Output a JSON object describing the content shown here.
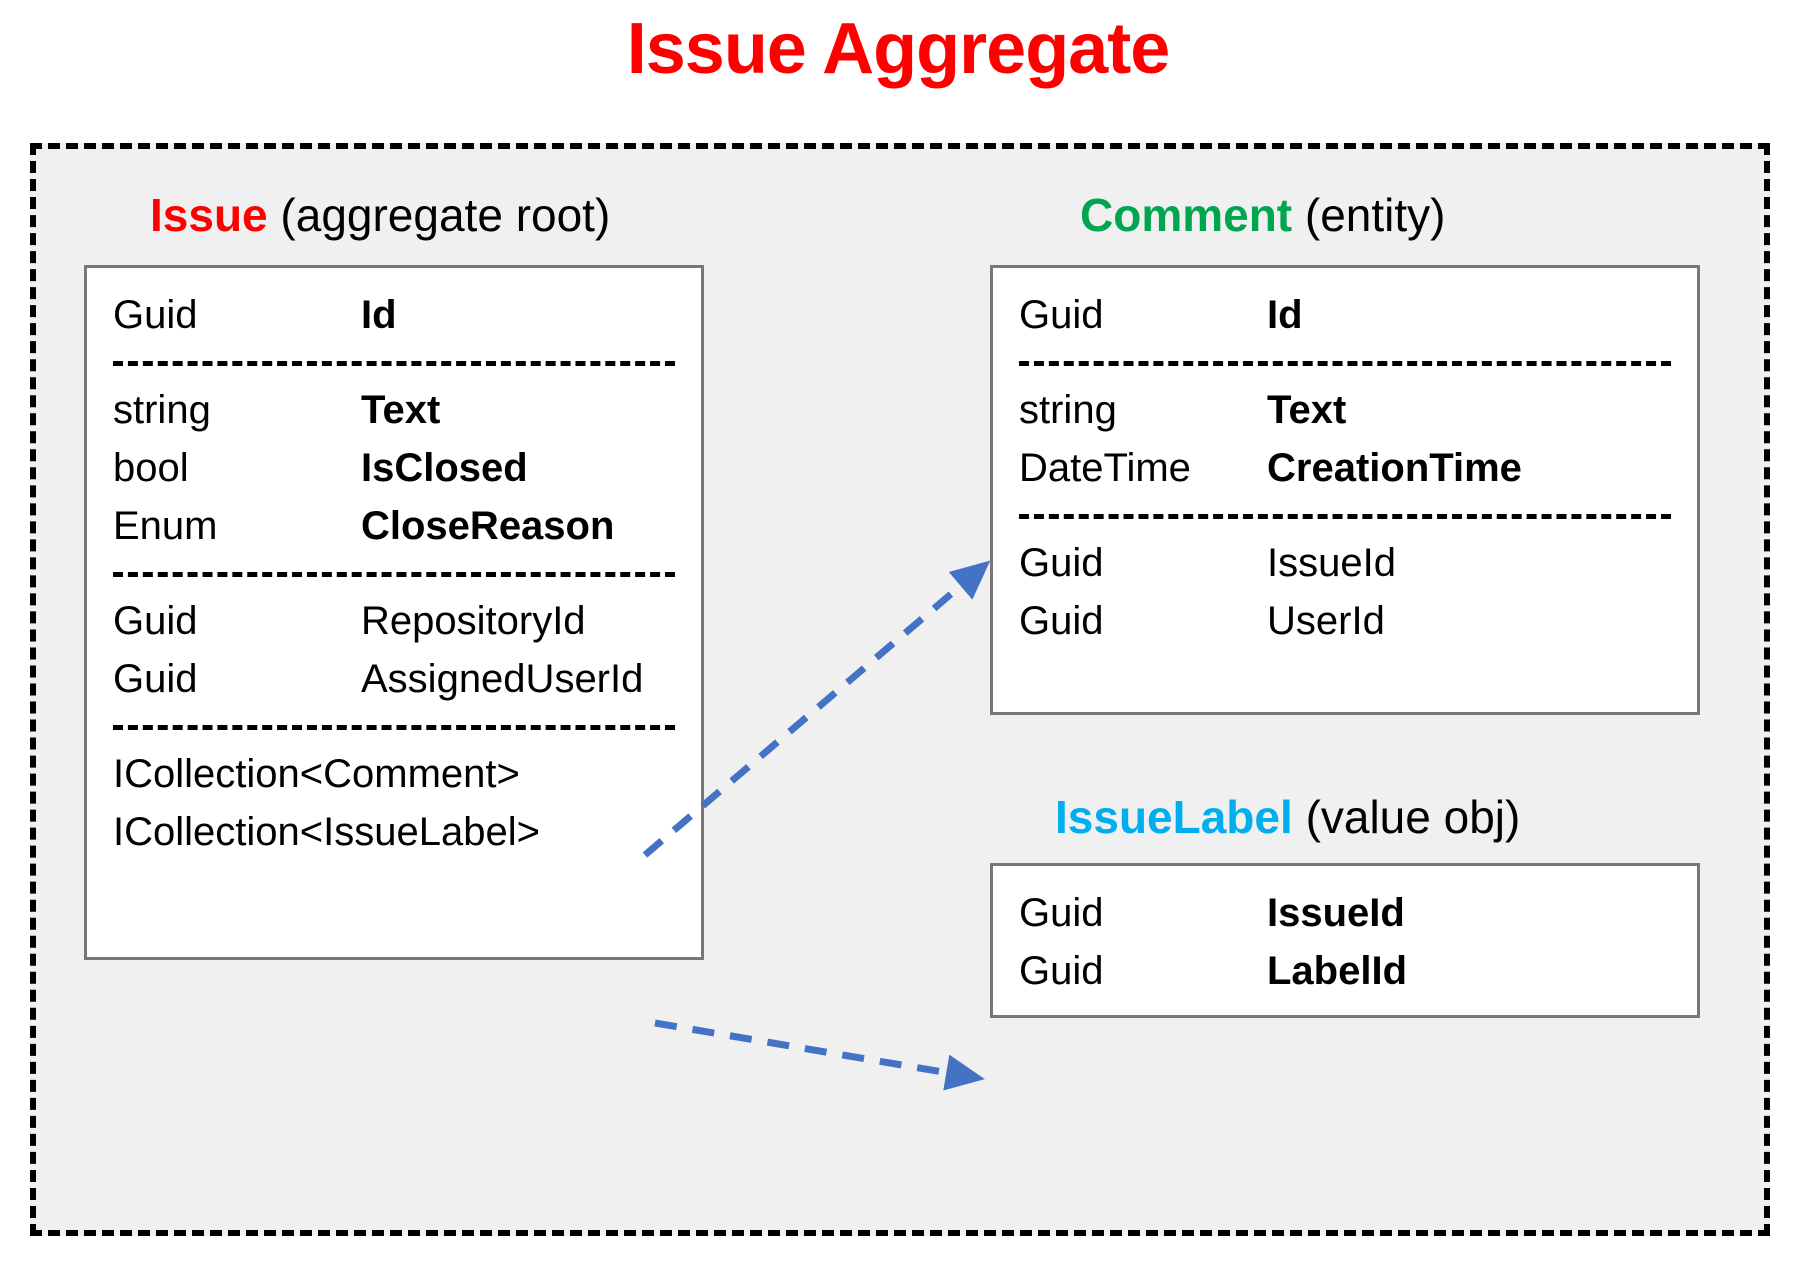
{
  "title": "Issue Aggregate",
  "boundary": {
    "name": "aggregate-boundary",
    "style": "dashed",
    "color": "#000000",
    "fill": "#F0F0F0"
  },
  "colors": {
    "title_red": "#FF0000",
    "issue_red": "#FF0000",
    "comment_green": "#00A64F",
    "issuelabel_cyan": "#00AEEF",
    "box_border_gray": "#7A7676",
    "arrow_blue": "#4472C4",
    "boundary_fill": "#F0F0F0"
  },
  "entities": [
    {
      "id": "issue",
      "name": "Issue",
      "stereotype": "(aggregate root)",
      "name_color": "#FF0000",
      "groups": [
        {
          "rows": [
            {
              "type": "Guid",
              "name": "Id",
              "bold": true
            }
          ]
        },
        {
          "rows": [
            {
              "type": "string",
              "name": "Text",
              "bold": true
            },
            {
              "type": "bool",
              "name": "IsClosed",
              "bold": true
            },
            {
              "type": "Enum",
              "name": "CloseReason",
              "bold": true
            }
          ]
        },
        {
          "rows": [
            {
              "type": "Guid",
              "name": "RepositoryId",
              "bold": false
            },
            {
              "type": "Guid",
              "name": "AssignedUserId",
              "bold": false
            }
          ]
        },
        {
          "rows": [
            {
              "type": "ICollection<Comment>",
              "name": "",
              "bold": false,
              "full": true
            },
            {
              "type": "ICollection<IssueLabel>",
              "name": "",
              "bold": false,
              "full": true
            }
          ]
        }
      ]
    },
    {
      "id": "comment",
      "name": "Comment",
      "stereotype": "(entity)",
      "name_color": "#00A64F",
      "groups": [
        {
          "rows": [
            {
              "type": "Guid",
              "name": "Id",
              "bold": true
            }
          ]
        },
        {
          "rows": [
            {
              "type": "string",
              "name": "Text",
              "bold": true
            },
            {
              "type": "DateTime",
              "name": "CreationTime",
              "bold": true
            }
          ]
        },
        {
          "rows": [
            {
              "type": "Guid",
              "name": "IssueId",
              "bold": false
            },
            {
              "type": "Guid",
              "name": "UserId",
              "bold": false
            }
          ]
        }
      ]
    },
    {
      "id": "issuelabel",
      "name": "IssueLabel",
      "stereotype": "(value obj)",
      "name_color": "#00AEEF",
      "groups": [
        {
          "rows": [
            {
              "type": "Guid",
              "name": "IssueId",
              "bold": true
            },
            {
              "type": "Guid",
              "name": "LabelId",
              "bold": true
            }
          ]
        }
      ]
    }
  ],
  "arrows": [
    {
      "id": "issue-to-comment",
      "from": "ICollection<Comment>",
      "to": "Comment",
      "style": "dashed",
      "color": "#4472C4"
    },
    {
      "id": "issue-to-issuelabel",
      "from": "ICollection<IssueLabel>",
      "to": "IssueLabel",
      "style": "dashed",
      "color": "#4472C4"
    }
  ]
}
